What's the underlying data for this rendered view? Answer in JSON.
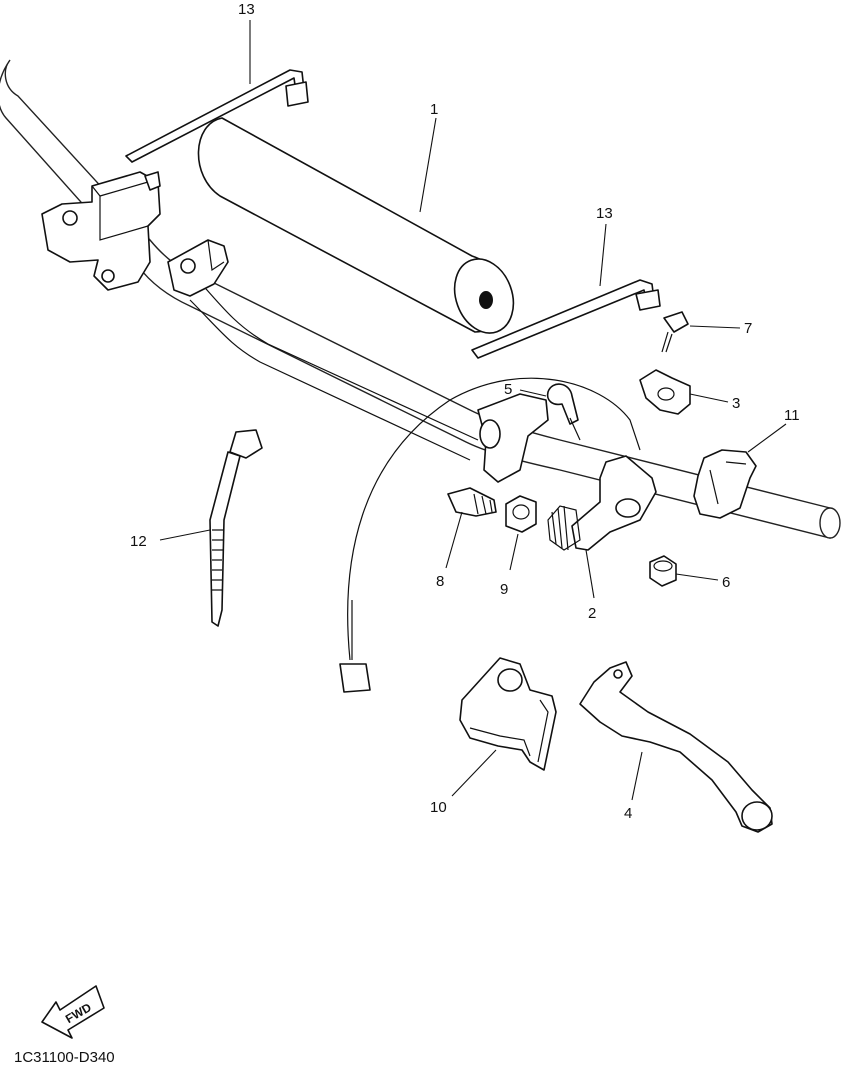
{
  "parts": [
    {
      "id": "1",
      "label": "1"
    },
    {
      "id": "2",
      "label": "2"
    },
    {
      "id": "3",
      "label": "3"
    },
    {
      "id": "4",
      "label": "4"
    },
    {
      "id": "5",
      "label": "5"
    },
    {
      "id": "6",
      "label": "6"
    },
    {
      "id": "7",
      "label": "7"
    },
    {
      "id": "8",
      "label": "8"
    },
    {
      "id": "9",
      "label": "9"
    },
    {
      "id": "10",
      "label": "10"
    },
    {
      "id": "11",
      "label": "11"
    },
    {
      "id": "12",
      "label": "12"
    },
    {
      "id": "13a",
      "label": "13"
    },
    {
      "id": "13b",
      "label": "13"
    }
  ],
  "direction_arrow": "FWD",
  "diagram_code": "1C31100-D340"
}
